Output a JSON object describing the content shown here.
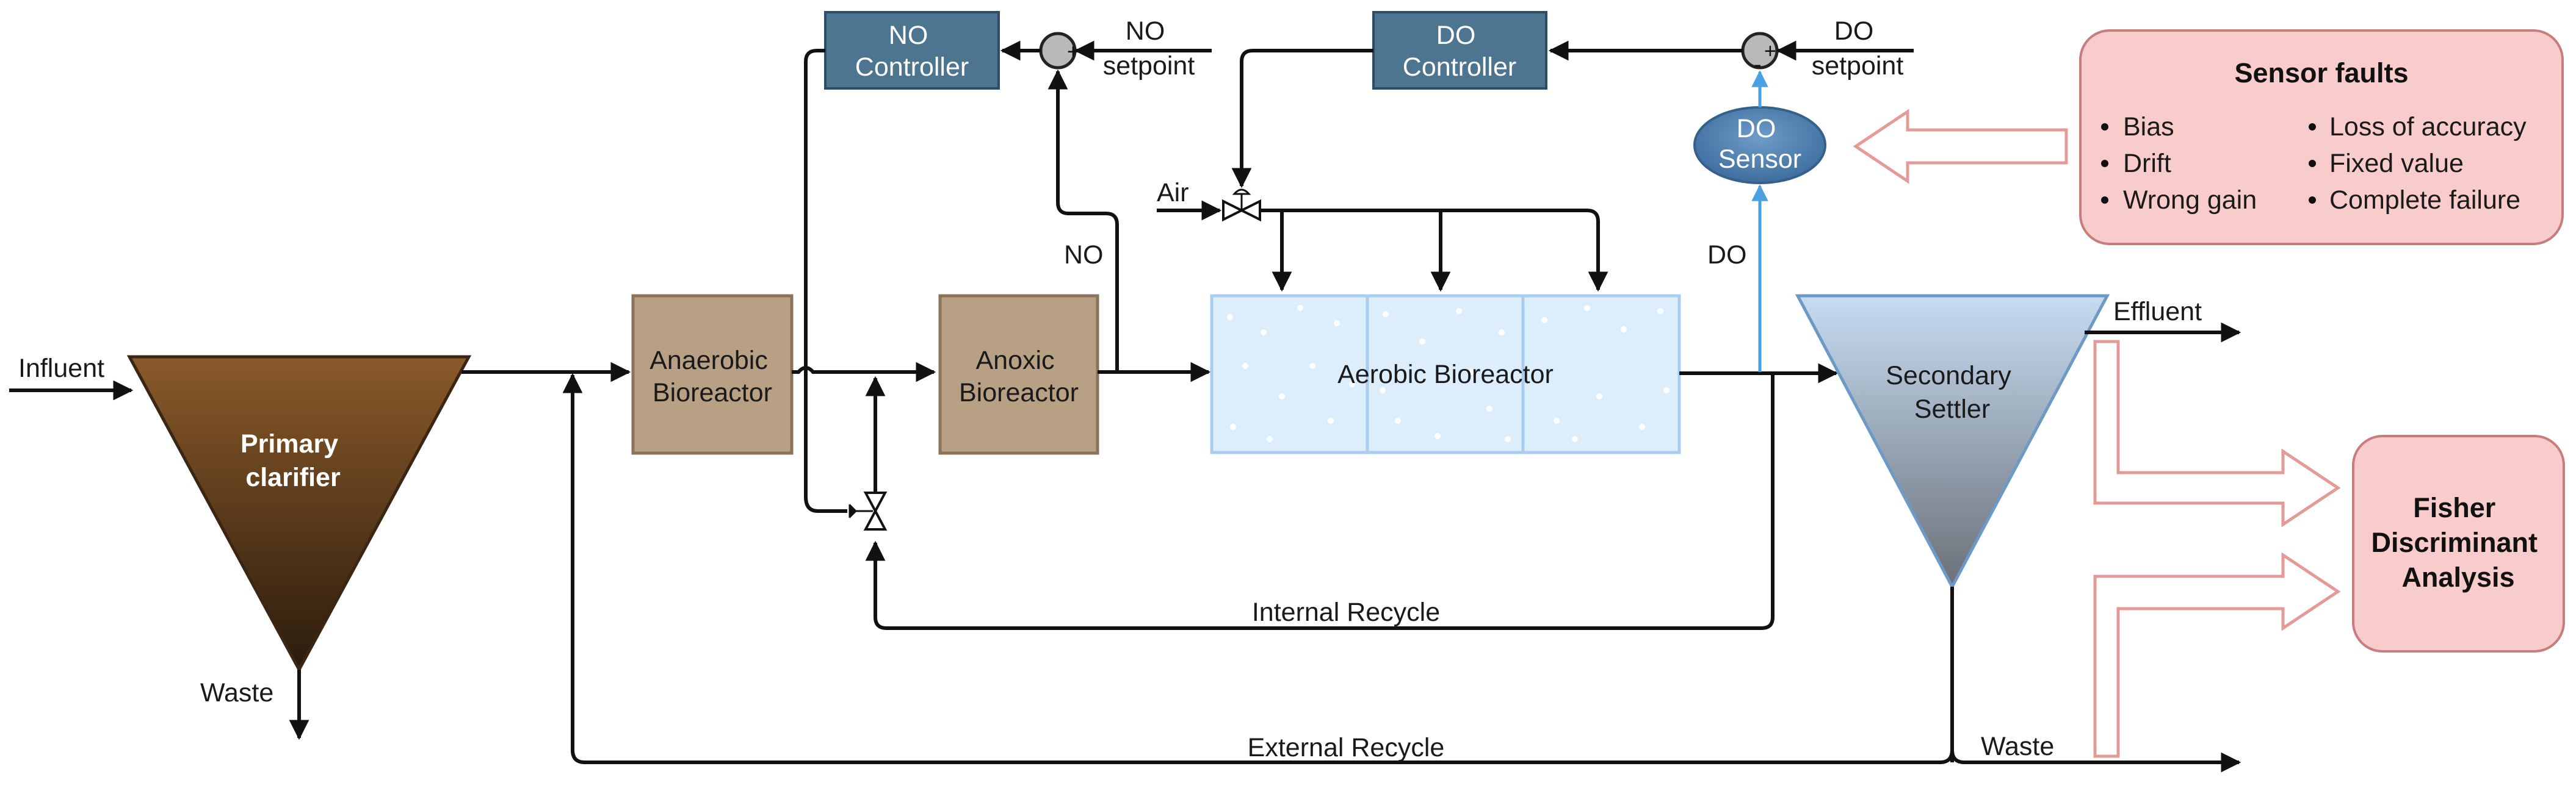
{
  "units": {
    "primary_clarifier": "Primary\nclarifier",
    "anaerobic": "Anaerobic\nBioreactor",
    "anoxic": "Anoxic\nBioreactor",
    "aerobic": "Aerobic Bioreactor",
    "settler": "Secondary\nSettler"
  },
  "controllers": {
    "no_controller": "NO\nController",
    "do_controller": "DO\nController",
    "do_sensor": "DO\nSensor"
  },
  "setpoints": {
    "no_setpoint": "NO\nsetpoint",
    "do_setpoint": "DO\nsetpoint"
  },
  "flows": {
    "influent": "Influent",
    "effluent": "Effluent",
    "waste_primary": "Waste",
    "waste_secondary": "Waste",
    "air": "Air",
    "no_signal": "NO",
    "do_signal": "DO",
    "internal_recycle": "Internal Recycle",
    "external_recycle": "External Recycle"
  },
  "sensor_faults": {
    "title": "Sensor faults",
    "left": [
      "Bias",
      "Drift",
      "Wrong gain"
    ],
    "right": [
      "Loss of accuracy",
      "Fixed value",
      "Complete failure"
    ]
  },
  "fda": {
    "label": "Fisher\nDiscriminant\nAnalysis"
  },
  "sum_signs": {
    "no_plus": "+",
    "do_plus": "+",
    "do_minus": "-"
  },
  "colors": {
    "controller": "#4d7590",
    "bioreactor": "#b8a084",
    "aerobic": "#dcedfc",
    "fault_box": "#f9cccc",
    "sensor_line": "#4aa0e0"
  }
}
